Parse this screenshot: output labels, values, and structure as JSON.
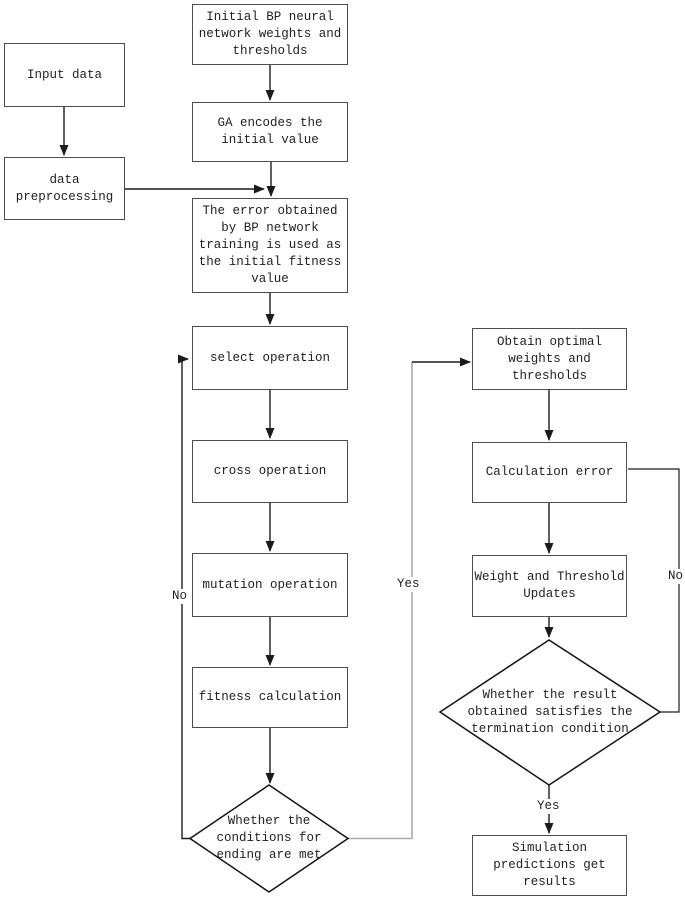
{
  "nodes": {
    "initial_weights": "Initial BP neural\nnetwork weights and\nthresholds",
    "input_data": "Input data",
    "ga_encodes": "GA encodes the\ninitial value",
    "data_preprocessing": "data\npreprocessing",
    "bp_error_fitness": "The error obtained\nby BP network\ntraining is used as\nthe initial fitness\nvalue",
    "select_operation": "select operation",
    "cross_operation": "cross operation",
    "mutation_operation": "mutation operation",
    "fitness_calculation": "fitness calculation",
    "ending_decision": "Whether the\nconditions for\nending are met",
    "obtain_optimal": "Obtain optimal\nweights and\nthresholds",
    "calculation_error": "Calculation error",
    "weight_threshold_updates": "Weight and Threshold\nUpdates",
    "termination_decision": "Whether the result\nobtained satisfies the\ntermination condition",
    "simulation_results": "Simulation\npredictions get\nresults"
  },
  "edge_labels": {
    "no_left": "No",
    "yes_center": "Yes",
    "no_right": "No",
    "yes_bottom": "Yes"
  },
  "colors": {
    "box_border": "#4d4d4d",
    "diamond_border": "#141414",
    "line": "#1c1c1c",
    "gray_line": "#ababab",
    "text": "#1f1f1f",
    "background": "#ffffff"
  }
}
